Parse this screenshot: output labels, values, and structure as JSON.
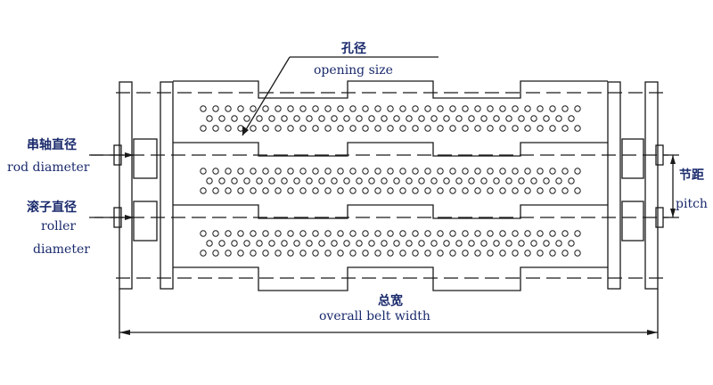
{
  "labels": {
    "opening_cn": "孔径",
    "opening_en": "opening size",
    "rod_cn": "串轴直径",
    "rod_en": "rod diameter",
    "roller_cn": "滚子直径",
    "roller_en1": "roller",
    "roller_en2": "diameter",
    "pitch_cn": "节距",
    "pitch_en": "pitch",
    "width_cn": "总宽",
    "width_en": "overall belt width"
  },
  "colors": {
    "line": "#1a1a1a",
    "text": "#1a2a6c"
  }
}
